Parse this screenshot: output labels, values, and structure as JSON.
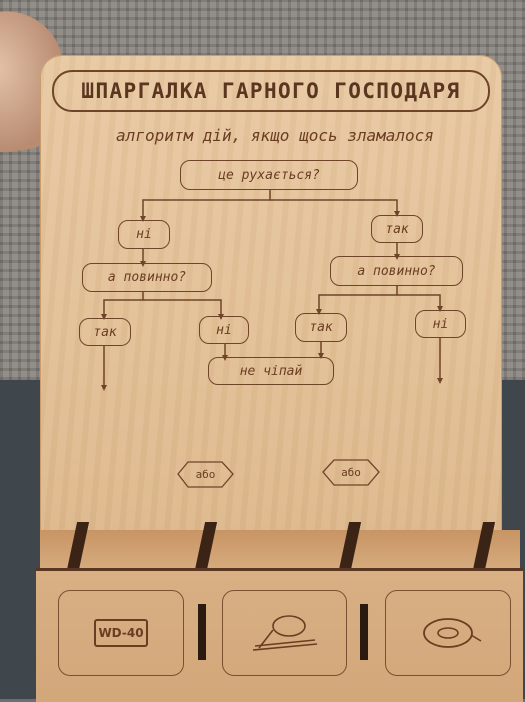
{
  "sign": {
    "title": "ШПАРГАЛКА ГАРНОГО ГОСПОДАРЯ",
    "subtitle": "алгоритм дій, якщо щось зламалося"
  },
  "flowchart": {
    "start": "це рухається?",
    "left_branch": "ні",
    "right_branch": "так",
    "left_question": "а повинно?",
    "right_question": "а повинно?",
    "left_yes": "так",
    "left_no": "ні",
    "right_yes": "так",
    "right_no": "ні",
    "result_middle": "не чіпай",
    "or_left": "або",
    "or_right": "або"
  },
  "box": {
    "panel_left_label": "WD-40",
    "panel_middle_icon": "cable-ties-icon",
    "panel_right_icon": "duct-tape-icon"
  }
}
